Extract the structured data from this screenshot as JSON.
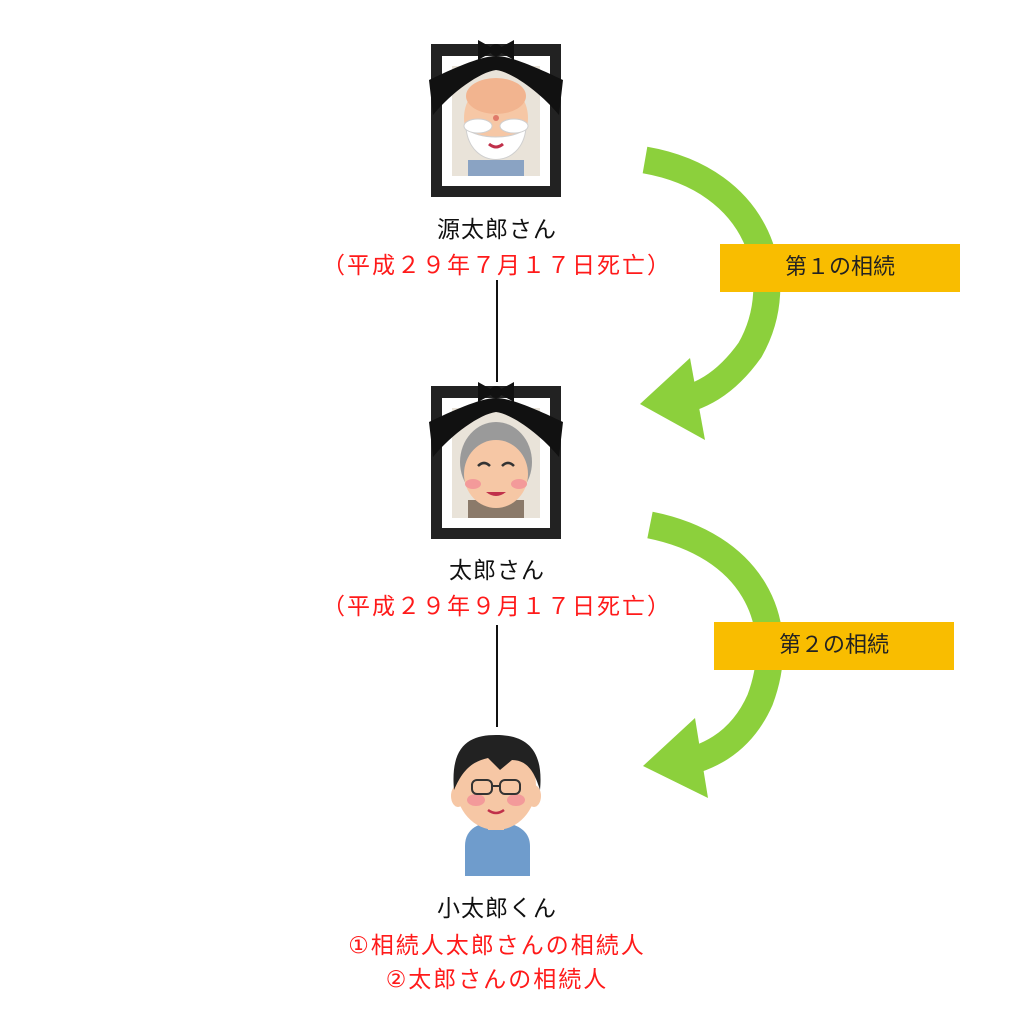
{
  "persons": [
    {
      "name": "源太郎さん",
      "note": "（平成２９年７月１７日死亡）"
    },
    {
      "name": "太郎さん",
      "note": "（平成２９年９月１７日死亡）"
    },
    {
      "name": "小太郎くん",
      "notes": [
        "①相続人太郎さんの相続人",
        "②太郎さんの相続人"
      ]
    }
  ],
  "inheritances": [
    {
      "label": "第１の相続"
    },
    {
      "label": "第２の相続"
    }
  ],
  "colors": {
    "arrow": "#8cd03c",
    "tag": "#f9bd00",
    "death_note": "#ff1a1a"
  },
  "icons": [
    "memorial-portrait-icon",
    "memorial-portrait-icon",
    "boy-icon"
  ]
}
